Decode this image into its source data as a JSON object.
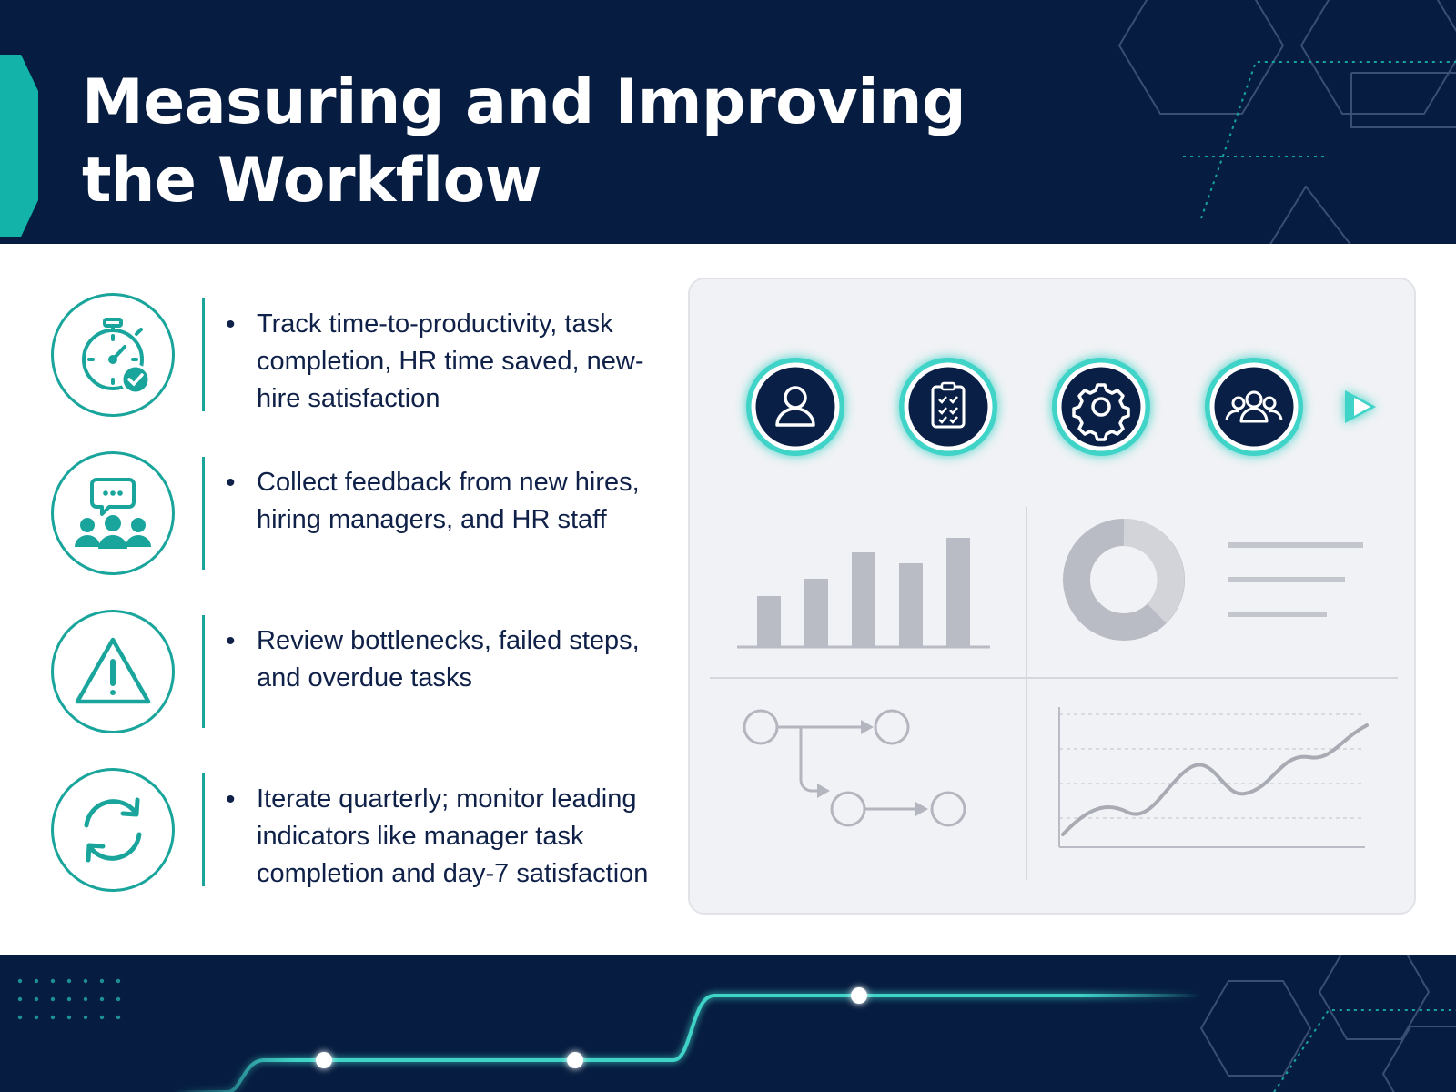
{
  "header": {
    "title": "Measuring and Improving the Workflow"
  },
  "items": [
    {
      "icon": "stopwatch-check-icon",
      "text": "Track time-to-productivity, task completion, HR time saved, new-hire satisfaction"
    },
    {
      "icon": "feedback-people-icon",
      "text": "Collect feedback from new hires, hiring managers, and HR staff"
    },
    {
      "icon": "warning-triangle-icon",
      "text": "Review bottlenecks, failed steps, and overdue tasks"
    },
    {
      "icon": "refresh-cycle-icon",
      "text": "Iterate quarterly; monitor leading indicators like manager task completion and day-7 satisfaction"
    }
  ],
  "workflow": {
    "steps": [
      "person-icon",
      "checklist-icon",
      "gear-icon",
      "team-icon"
    ]
  },
  "colors": {
    "navy": "#061c40",
    "teal": "#13b3a9",
    "text": "#0f2148",
    "gray": "#b9bcc4"
  }
}
